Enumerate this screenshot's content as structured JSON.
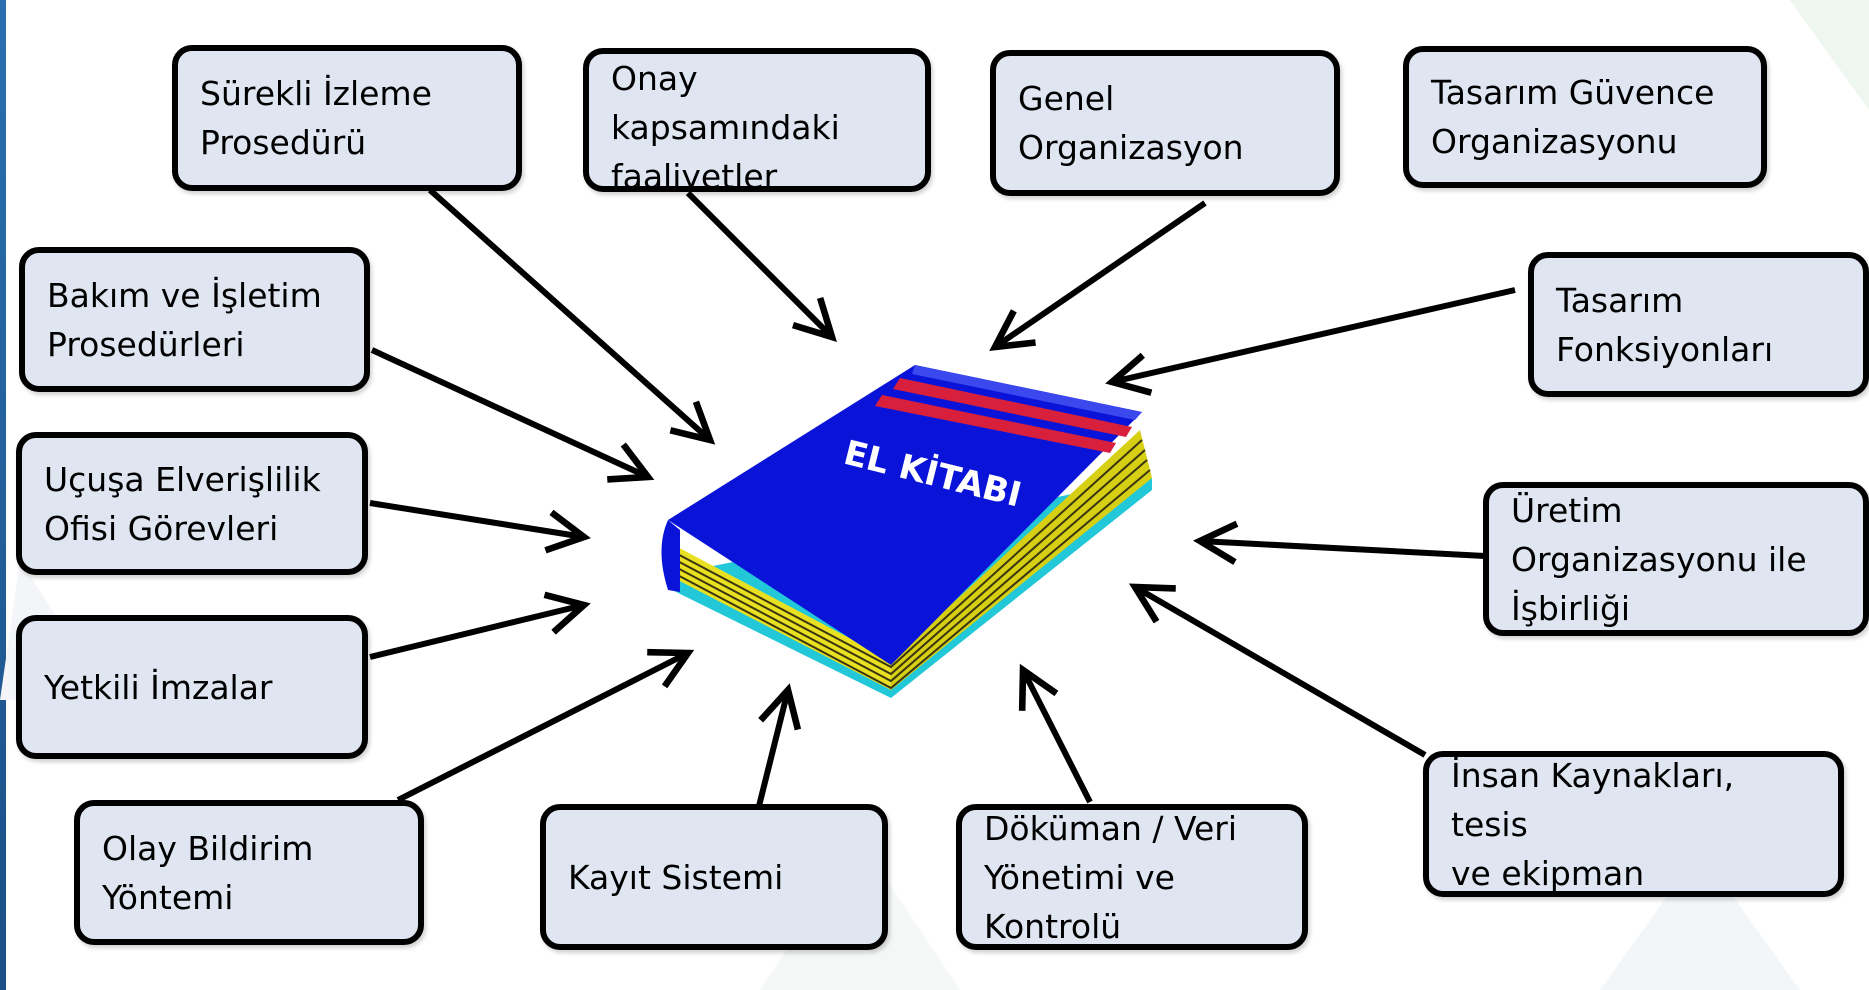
{
  "book": {
    "title": "EL KİTABI"
  },
  "boxes": {
    "surekli": "Sürekli İzleme\nProsedürü",
    "onay": "Onay\nkapsamındaki\nfaaliyetler",
    "genel": "Genel\nOrganizasyon",
    "guvence": "Tasarım Güvence\nOrganizasyonu",
    "bakim": "Bakım ve İşletim\nProsedürleri",
    "fonksiyon": "Tasarım\nFonksiyonları",
    "ucusa": "Uçuşa Elverişlilik\nOfisi Görevleri",
    "uretim": "Üretim\nOrganizasyonu ile\nİşbirliği",
    "yetkili": "Yetkili İmzalar",
    "insan": "İnsan Kaynakları, tesis\nve ekipman",
    "olay": "Olay Bildirim\nYöntemi",
    "kayit": "Kayıt Sistemi",
    "dokuman": "Döküman / Veri\nYönetimi ve\nKontrolü"
  },
  "colors": {
    "box_fill": "#dfe6f1",
    "box_border": "#000000",
    "book_cover": "#0a14d8",
    "book_stripe": "#d8203c",
    "book_pages": "#e8e020",
    "book_edge": "#22c8d8"
  }
}
